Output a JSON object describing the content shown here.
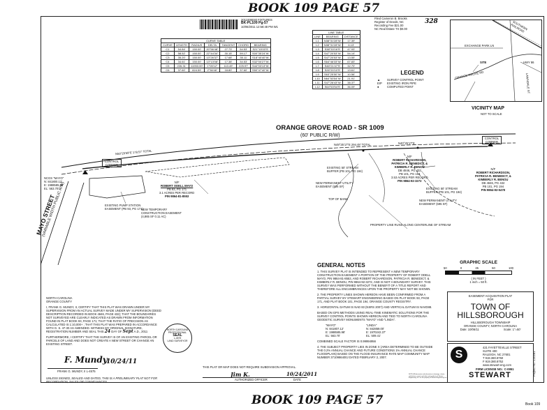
{
  "header": {
    "book_page_top": "BOOK 109 PAGE 57",
    "book_page_bottom": "BOOK 109 PAGE 57",
    "barcode_info": [
      "2011006040 FIXTURES",
      "BK-PL109 Pg-57",
      "10/06/2011 12:58:48 PM  W1"
    ],
    "recording_info": [
      "Filed  Cameron B. Brooks",
      "Register of Deeds, NC",
      "Recording Fee $21.00",
      "NC Real Estate TX $0.00"
    ]
  },
  "curve_table": {
    "title": "CURVE TABLE",
    "headers": [
      "CURVE",
      "LENGTH",
      "RADIUS",
      "DELTA",
      "TANGENT",
      "CHORD",
      "BEARING"
    ],
    "rows": [
      [
        "C1",
        "54.84'",
        "150.00'",
        "20°56'48\"",
        "27.73'",
        "54.53'",
        "S21°15'03\"E"
      ],
      [
        "C2",
        "58.52'",
        "150.00'",
        "22°44'34\"",
        "30.15'",
        "59.17'",
        "S00°35'24\"W"
      ],
      [
        "C3",
        "35.20'",
        "150.00'",
        "13°26'37\"",
        "17.68'",
        "35.11'",
        "S18°40'40\"W"
      ],
      [
        "C4",
        "34.61'",
        "150.00'",
        "13°13'08\"",
        "17.38'",
        "34.53'",
        "S32°00'27\"W"
      ],
      [
        "C5",
        "226.31'",
        "11933.00'",
        "1°05'12\"",
        "113.49'",
        "225.97'",
        "S44°03'13\"W"
      ],
      [
        "C6",
        "37.60'",
        "824.59'",
        "2°36'46\"",
        "18.80'",
        "37.60'",
        "S50°47'40\"W"
      ]
    ]
  },
  "line_table": {
    "title": "LINE TABLE",
    "headers": [
      "LINE",
      "BEARING",
      "DISTANCE"
    ],
    "rows": [
      [
        "L1",
        "N38°31'28\"W",
        "17.39'"
      ],
      [
        "L2",
        "N38°31'28\"W",
        "6.13'"
      ],
      [
        "L3",
        "S38°33'16\"E",
        "47.93'"
      ],
      [
        "L4",
        "S47°20'53\"W",
        "54.14'"
      ],
      [
        "L5",
        "S47°20'53\"W",
        "13.55'"
      ],
      [
        "L6",
        "S64°46'33\"W",
        "67.83'"
      ],
      [
        "L7",
        "S46°21'47\"E",
        "32.70'"
      ],
      [
        "L8",
        "S26°20'10\"E",
        "13.61'"
      ],
      [
        "L9",
        "S63°25'50\"W",
        "10.56'"
      ],
      [
        "L10",
        "N64°53'54\"W",
        "21.91'"
      ],
      [
        "L11",
        "S47°26'43\"W",
        "38.37'"
      ],
      [
        "L12",
        "S64°53'54\"E",
        "36.09'"
      ]
    ]
  },
  "legend": {
    "title": "LEGEND",
    "items": [
      {
        "symbol": "▲",
        "label": "SURVEY CONTROL POINT"
      },
      {
        "symbol": "EIP",
        "label": "EXISTING IRON PIPE"
      },
      {
        "symbol": "●",
        "label": "COMPUTED POINT"
      }
    ]
  },
  "vicinity_map": {
    "title": "VICINITY MAP",
    "subtitle": "NOT TO SCALE",
    "labels": [
      "SOUTHERN RAILROAD",
      "EXCHANGE PARK LN",
      "ORANGE GROVE RD",
      "SITE",
      "LAWNDALE ST",
      "HWY 86"
    ]
  },
  "plat": {
    "road_name": "ORANGE GROVE ROAD - SR 1009",
    "road_row": "(60' PUBLIC R/W)",
    "street_name": "MAYO STREET",
    "street_row": "(VARIABLE WIDTH PUBLIC R/W)",
    "owner1": [
      "N/F",
      "ROBERT ODELL MAYO",
      "PB 93, PG 171",
      "3.1 ACRES PER RECORD",
      "PIN 9864-81-8553"
    ],
    "owner2": [
      "N/F",
      "ROBERT RICHARDSON,",
      "PATRICIA R. BENEDICT, &",
      "KIMBERLY R. BENOU",
      "DB 4846, PG 432",
      "PB 101, PG 194",
      "3.53 ACRES PER RECORD",
      "PIN 9864-92-3272"
    ],
    "owner3": [
      "N/F",
      "ROBERT RICHARDSON,",
      "PATRICIA R. BENEDICT, &",
      "KIMBERLY R. BENOU",
      "DB 4846, PG 432",
      "PB 101, PG 194",
      "PIN 9864-92-5478"
    ],
    "control_corner_1": "CONTROL CORNER",
    "control_corner_2": "CONTROL CORNER",
    "ncgs_mayo": [
      "NCGS \"MAYO\"",
      "N: 841800.12'",
      "E: 1988585.98'",
      "EL: 563.70'"
    ],
    "bearings": [
      "N50°25'59\"E  178.57' TOTAL",
      "N49°25'17\"E  294.48' TOTAL",
      "N40°25'17\"E"
    ],
    "annotations": [
      "EXISTING PUMP STATION EASEMENT (PB 93, PG 171)",
      "NEW TEMPORARY CONSTRUCTION EASEMENT (4,865 SF 0.11 AC)",
      "EXISTING 50' STREAM BUFFER (PB 101, PG 194)",
      "NEW PERMANENT UTILITY EASEMENT (826 SF)",
      "TOP OF BANK",
      "NEW PERMANENT UTILITY EASEMENT (595 SF)",
      "EXISTING 50' STREAM BUFFER (PB 101, PG 194)",
      "PROPERTY LINE RUNS ALONG CENTERLINE OF STREAM"
    ]
  },
  "general_notes": {
    "title": "GENERAL NOTES",
    "items": [
      "1. THIS SURVEY PLAT IS INTENDED TO REPRESENT A NEW TEMPORARY CONSTRUCTION EASEMENT A PORTION OF THE PROPERTY OF ROBERT ODELL MAYO, PIN 9864-81-8553, AND ROBERT RICHARDSON, PATRICIA R. BENEDICT, & KIMBERLY R. BENOU, PIN 9864-92-3272, AND IS NOT A BOUNDARY SURVEY. THIS SURVEY WAS PERFORMED WITHOUT THE BENEFIT OF A TITLE REPORT AND THEREFORE ALL ENCUMBRANCES UPON THE PROPERTY MAY NOT BE SHOWN.",
      "2. THE PROPERTY LINES SHOWN HEREON HAVE BEEN CONFIRMED FROM A PARTIAL SURVEY BY STEWART ENGINEERING BASED ON PLAT BOOK 93, PAGE 171, AND PLAT BOOK 101, PAGE 194, ORANGE COUNTY REGISTRY.",
      "3. HORIZONTAL DATUM IS NAD 83 (NSRS 2007) AND VERTICAL DATUM IS NAVD88.",
      "BASED ON GPS METHODS USING REAL-TIME KINEMATIC SOLUTIONS FOR THE SURVEY CONTROL POINTS SHOWN HEREON AND TIED TO NORTH CAROLINA GEODETIC SURVEY MONUMENTS \"MAYO\" AND \"LINDA\".",
      "COMBINED SCALE FACTOR IS 0.99994956",
      "4. THE SUBJECT PROPERTY LIES IN ZONE X (AREA DETERMINED TO BE OUTSIDE THE 0.2% ANNUAL CHANCE AND FUTURE CONDITIONS 1% ANNUAL CHANCE FLOODPLAIN) BASED ON THE FLOOD INSURANCE RATE MAP COMMUNITY MAP NUMBER 3710986400J DATED FEBRUARY 2, 2007."
    ],
    "monument_mayo": [
      "\"MAYO\"",
      "N: 841807.12'",
      "E: 1988585.98'",
      "EL: 563.70'"
    ],
    "monument_linda": [
      "\"LINDA\"",
      "N: 842859.00'",
      "E: 1970242.37'",
      "EL: 509.41'"
    ]
  },
  "certification": {
    "state": "NORTH CAROLINA",
    "county": "ORANGE COUNTY",
    "text": "I, FRANK G. MUNDY, II, CERTIFY THAT THIS PLAT WAS DRAWN UNDER MY SUPERVISION FROM AN ACTUAL SURVEY MADE UNDER MY SUPERVISION (DEED DESCRIPTION RECORDED IN BOOK 4846, PAGE 432); THAT THE BOUNDARIES NOT SURVEYED ARE CLEARLY INDICATED AS DRAWN FROM INFORMATION FOUND IN PLAT BOOK 93, PAGE 171; THAT THE RATIO OF PRECISION AS CALCULATED IS 1:10,000+ ; THAT THIS PLAT WAS PREPARED IN ACCORDANCE WITH G. S. 47-30 AS AMENDED. WITNESS MY ORIGINAL SIGNATURE, REGISTRATION NUMBER AND SEAL THIS",
    "day": "24",
    "day_of": "DAY OF",
    "month": "Sept",
    "year": "A.D., 2011",
    "furthermore": "FURTHERMORE, I CERTIFY THAT THE SURVEY IS OF AN EXISTING PARCEL OR PARCELS OF LAND AND DOES NOT CREATE A NEW STREET OR CHANGE AN EXISTING STREET.",
    "signature": "F. Mundy",
    "sign_date": "10/24/11",
    "surveyor": "FRANK G. MUNDY, II L-4575",
    "seal": [
      "NORTH CAROLINA",
      "PROFESSIONAL",
      "SEAL",
      "L-4575",
      "LAND SURVEYOR"
    ],
    "disclaimer": "UNLESS SIGNED, SEALED AND DATED, THIS IS A PRELIMINARY PLAT NOT FOR RECORDATION, SALES OR CONVEYANCES"
  },
  "subdivision": {
    "text": "THIS PLAT OR MAP DOES NOT REQUIRE SUBDIVISION APPROVAL.",
    "signature": "Jim K.",
    "date": "10/24/2011",
    "authorized_officer": "AUTHORIZED OFFICER",
    "date_label": "DATE"
  },
  "scale": {
    "title": "GRAPHIC SCALE",
    "ticks": [
      "50",
      "0",
      "25",
      "50",
      "100"
    ],
    "units": "( IN FEET )",
    "ratio": "1 inch = 50 ft."
  },
  "title_block": {
    "plat_type": "EASEMENT ACQUISITION PLAT",
    "for": "FOR",
    "town": [
      "TOWN OF",
      "HILLSBOROUGH"
    ],
    "township": "HILLSBOROUGH TOWNSHIP",
    "county": "ORANGE COUNTY, NORTH CAROLINA",
    "date": "Date: 10/06/11",
    "scale": "Scale: 1\"=50'",
    "project_no": "Project No. C10281"
  },
  "firm": {
    "address": [
      "421 FAYETTEVILLE STREET",
      "SUITE 400",
      "RALEIGH, NC 27601",
      "T 919.380.8750",
      "F 919.380.8752",
      "www.stewart-eng.com"
    ],
    "license": "FIRM LICENSE NO.: C-0951",
    "name": "STEWART",
    "logo_letter": "S",
    "fine_print": "NOTE: All documents and information in drawings, sheets, calculations, reports and other work products of Stewart Engineering, Inc. are the property of Stewart Engineering, Inc.",
    "book_label": "Book 109"
  }
}
